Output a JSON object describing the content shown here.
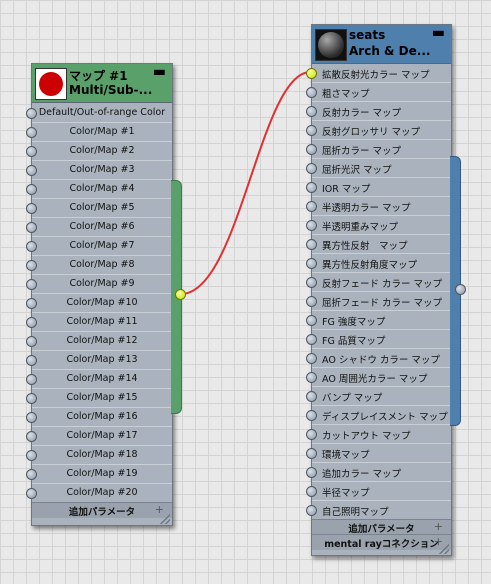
{
  "left_node": {
    "title_line1": "マップ #1",
    "title_line2": "Multi/Sub-...",
    "minimize": "▬",
    "rows": [
      "Default/Out-of-range Color",
      "Color/Map #1",
      "Color/Map #2",
      "Color/Map #3",
      "Color/Map #4",
      "Color/Map #5",
      "Color/Map #6",
      "Color/Map #7",
      "Color/Map #8",
      "Color/Map #9",
      "Color/Map #10",
      "Color/Map #11",
      "Color/Map #12",
      "Color/Map #13",
      "Color/Map #14",
      "Color/Map #15",
      "Color/Map #16",
      "Color/Map #17",
      "Color/Map #18",
      "Color/Map #19",
      "Color/Map #20"
    ],
    "footer": "追加パラメータ",
    "footer_plus": "+",
    "header_color": "#5aa06a",
    "thumb_color": "#cc0000",
    "output_color": "#5aa06a"
  },
  "right_node": {
    "title_line1": "seats",
    "title_line2": "Arch & De...",
    "minimize": "▬",
    "rows": [
      "拡散反射光カラー マップ",
      "粗さマップ",
      "反射カラー マップ",
      "反射グロッサリ マップ",
      "屈折カラー マップ",
      "屈折光沢 マップ",
      "IOR マップ",
      "半透明カラー マップ",
      "半透明重みマップ",
      "異方性反射　マップ",
      "異方性反射角度マップ",
      "反射フェード カラー マップ",
      "屈折フェード カラー マップ",
      "FG 強度マップ",
      "FG 品質マップ",
      "AO シャドウ カラー マップ",
      "AO 周囲光カラー マップ",
      "バンプ マップ",
      "ディスプレイスメント マップ",
      "カットアウト マップ",
      "環境マップ",
      "追加カラー マップ",
      "半径マップ",
      "自己照明マップ"
    ],
    "footer1": "追加パラメータ",
    "footer2": "mental rayコネクション",
    "footer_plus": "+",
    "header_color": "#4f7fad",
    "output_color": "#4f7fad"
  },
  "wire_color": "#e03030"
}
